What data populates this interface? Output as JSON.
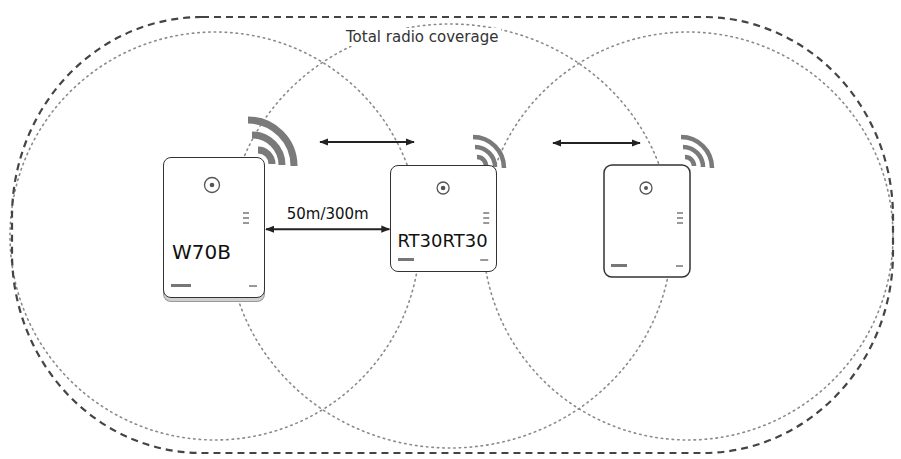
{
  "diagram": {
    "nodes": [
      {
        "text": [
          "Total radio coverage"
        ]
      },
      {
        "text": [
          "W70B"
        ],
        "in": 0
      },
      {
        "text": [
          "RT30RT30"
        ],
        "in": 0
      }
    ],
    "edges": [
      {
        "from": 1,
        "to": 2,
        "label": "50m/300m",
        "arrow": "both"
      }
    ]
  }
}
